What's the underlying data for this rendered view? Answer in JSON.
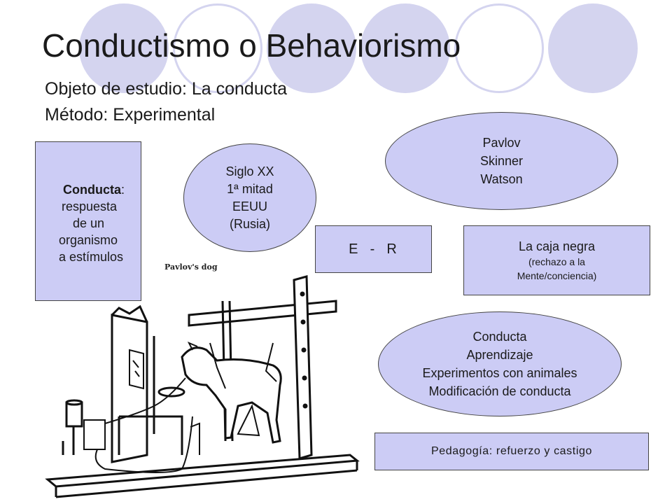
{
  "title": "Conductismo o Behaviorismo",
  "subtitle": {
    "line1": "Objeto de estudio: La conducta",
    "line2": "Método: Experimental"
  },
  "boxes": {
    "conducta": {
      "bold": "Conducta",
      "colon": ":",
      "lines": [
        "respuesta",
        "de un",
        "organismo",
        "a estímulos"
      ]
    },
    "er": "E  -  R",
    "caja": {
      "main": "La caja negra",
      "sub1": "(rechazo a la",
      "sub2": "Mente/conciencia)"
    },
    "pedagogia": "Pedagogía: refuerzo y castigo"
  },
  "ellipses": {
    "siglo": [
      "Siglo XX",
      "1ª mitad",
      "EEUU",
      "(Rusia)"
    ],
    "autores": [
      "Pavlov",
      "Skinner",
      "Watson"
    ],
    "temas": [
      "Conducta",
      "Aprendizaje",
      "Experimentos con animales",
      "Modificación de conducta"
    ]
  },
  "figure": {
    "caption": "Pavlov's dog"
  },
  "colors": {
    "shape_fill": "#ccccf5",
    "decor_circle": "#d4d4ef",
    "text": "#1a1a1a"
  }
}
